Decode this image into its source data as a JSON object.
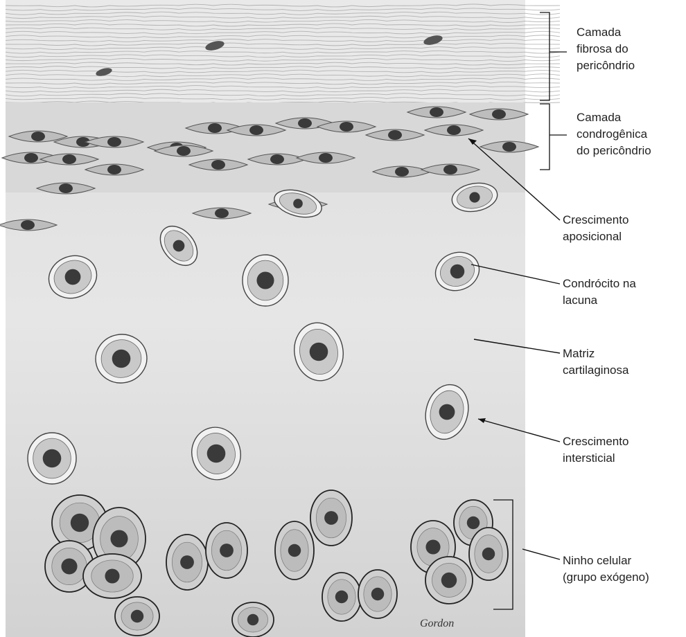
{
  "labels": {
    "fibrosa": [
      "Camada",
      "fibrosa do",
      "pericôndrio"
    ],
    "condrogenica": [
      "Camada",
      "condrogênica",
      "do pericôndrio"
    ],
    "aposicional": [
      "Crescimento",
      "aposicional"
    ],
    "condrocito": [
      "Condrócito na",
      "lacuna"
    ],
    "matriz": [
      "Matriz",
      "cartilaginosa"
    ],
    "intersticial": [
      "Crescimento",
      "intersticial"
    ],
    "ninho": [
      "Ninho celular",
      "(grupo exógeno)"
    ]
  },
  "signature": "Gordon",
  "colors": {
    "ink": "#111111",
    "matrix": "#e4e4e4",
    "cell": "#c9c9c9",
    "nucleus": "#3a3a3a"
  }
}
